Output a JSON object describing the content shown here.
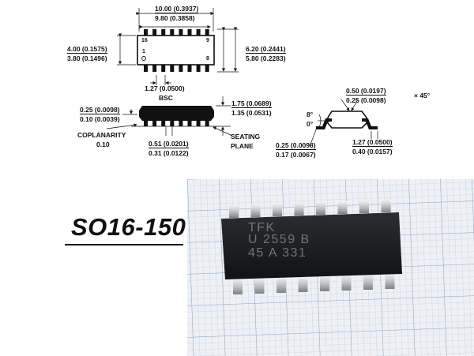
{
  "dimensions": {
    "top_width_mm": "10.00 (0.3937)",
    "top_width_in": "9.80 (0.3858)",
    "left_height_mm": "4.00 (0.1575)",
    "left_height_in": "3.80 (0.1496)",
    "right_height_mm": "6.20 (0.2441)",
    "right_height_in": "5.80 (0.2283)",
    "pitch": "1.27 (0.0500)",
    "pitch_note": "BSC",
    "standoff_max": "0.25 (0.0098)",
    "standoff_min": "0.10 (0.0039)",
    "body_height_max": "1.75 (0.0689)",
    "body_height_min": "1.35 (0.0531)",
    "coplanarity_label": "COPLANARITY",
    "coplanarity_value": "0.10",
    "lead_width_max": "0.51 (0.0201)",
    "lead_width_min": "0.31 (0.0122)",
    "seating_plane_1": "SEATING",
    "seating_plane_2": "PLANE",
    "chamfer_max": "0.50 (0.0197)",
    "chamfer_min": "0.25 (0.0098)",
    "chamfer_angle": "× 45°",
    "lead_angle_max": "8°",
    "lead_angle_min": "0°",
    "lead_thick_max": "0.25 (0.0098)",
    "lead_thick_min": "0.17 (0.0067)",
    "foot_length_max": "1.27 (0.0500)",
    "foot_length_min": "0.40 (0.0157)"
  },
  "pins": {
    "pin16": "16",
    "pin9": "9",
    "pin1": "1",
    "pin8": "8"
  },
  "part_name": "SO16-150",
  "chip_marking": {
    "line1": "TFK",
    "line2": "U 2559 B",
    "line3": "45 A 331"
  }
}
